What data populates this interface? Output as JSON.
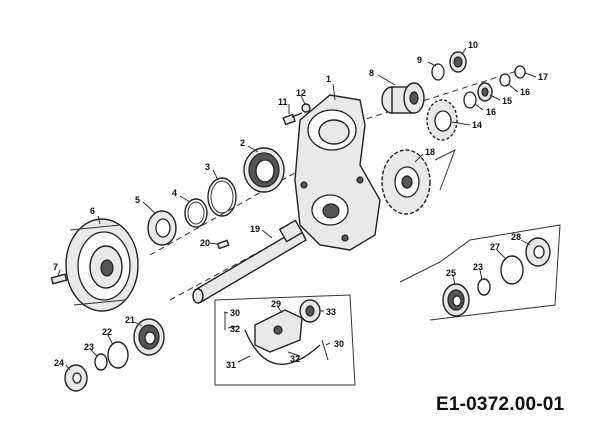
{
  "diagram": {
    "code": "E1-0372.00-01",
    "labels": [
      "1",
      "2",
      "3",
      "4",
      "5",
      "6",
      "7",
      "8",
      "9",
      "10",
      "11",
      "12",
      "14",
      "15",
      "16",
      "16",
      "17",
      "18",
      "19",
      "20",
      "21",
      "22",
      "23",
      "24",
      "25",
      "23",
      "27",
      "28",
      "29",
      "30",
      "32",
      "33",
      "32",
      "30",
      "31"
    ]
  }
}
